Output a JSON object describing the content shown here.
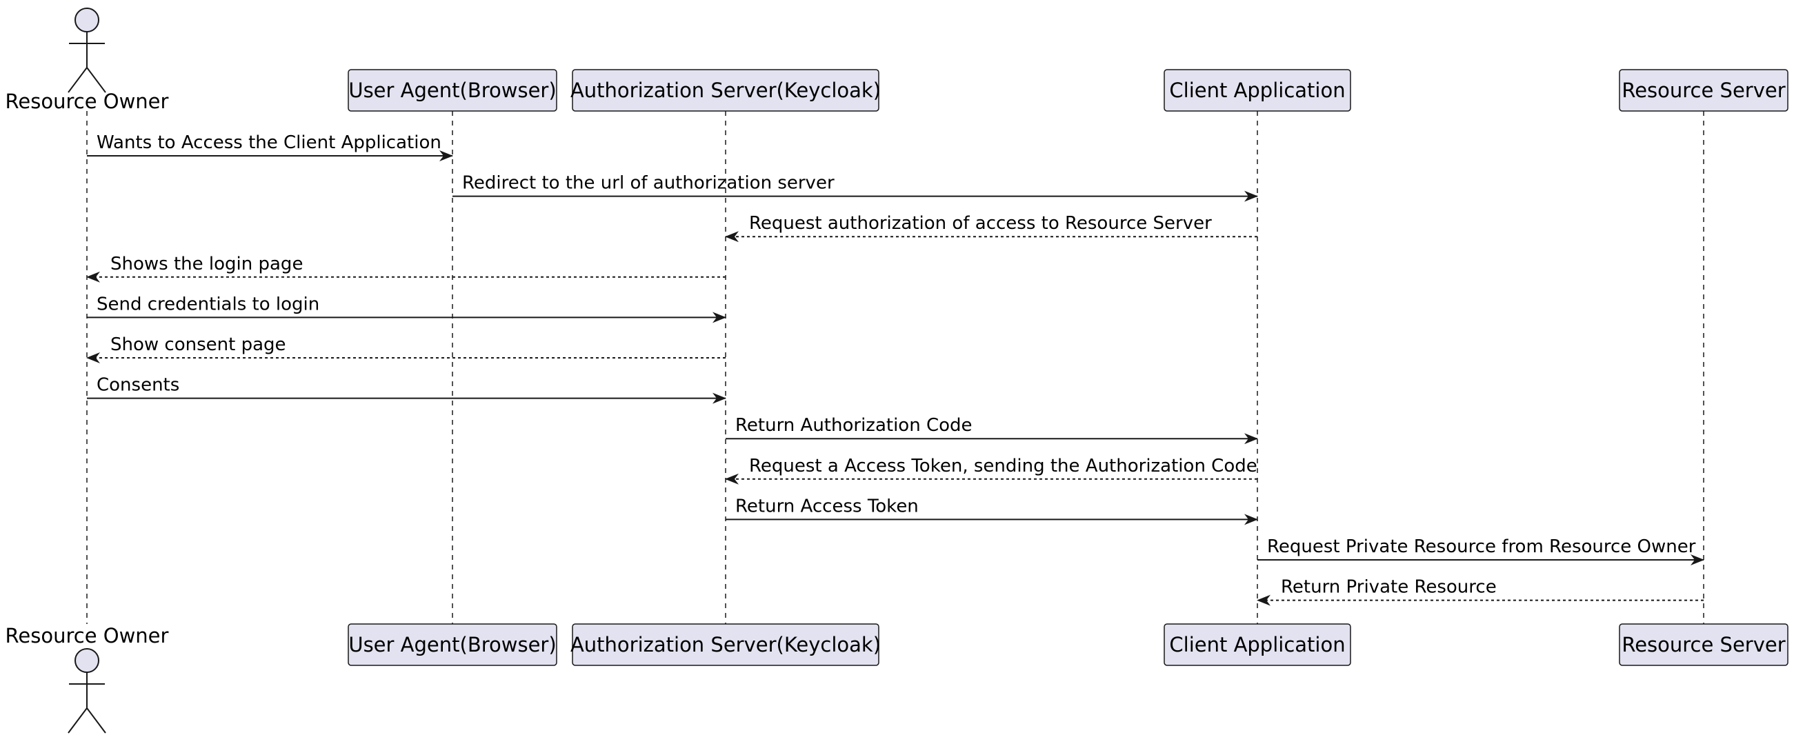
{
  "participants": [
    {
      "id": "resource-owner",
      "label": "Resource Owner",
      "kind": "actor"
    },
    {
      "id": "user-agent",
      "label": "User Agent(Browser)",
      "kind": "box"
    },
    {
      "id": "authorization-server",
      "label": "Authorization Server(Keycloak)",
      "kind": "box"
    },
    {
      "id": "client-application",
      "label": "Client Application",
      "kind": "box"
    },
    {
      "id": "resource-server",
      "label": "Resource Server",
      "kind": "box"
    }
  ],
  "messages": [
    {
      "from": "resource-owner",
      "to": "user-agent",
      "label": "Wants to Access the Client Application",
      "style": "solid"
    },
    {
      "from": "user-agent",
      "to": "client-application",
      "label": "Redirect to the url of authorization server",
      "style": "solid"
    },
    {
      "from": "client-application",
      "to": "authorization-server",
      "label": "Request authorization of access to Resource Server",
      "style": "dashed"
    },
    {
      "from": "authorization-server",
      "to": "resource-owner",
      "label": "Shows the login page",
      "style": "dashed"
    },
    {
      "from": "resource-owner",
      "to": "authorization-server",
      "label": "Send credentials to login",
      "style": "solid"
    },
    {
      "from": "authorization-server",
      "to": "resource-owner",
      "label": "Show consent page",
      "style": "dashed"
    },
    {
      "from": "resource-owner",
      "to": "authorization-server",
      "label": "Consents",
      "style": "solid"
    },
    {
      "from": "authorization-server",
      "to": "client-application",
      "label": "Return Authorization Code",
      "style": "solid"
    },
    {
      "from": "client-application",
      "to": "authorization-server",
      "label": "Request a Access Token, sending the Authorization Code",
      "style": "dashed"
    },
    {
      "from": "authorization-server",
      "to": "client-application",
      "label": "Return Access Token",
      "style": "solid"
    },
    {
      "from": "client-application",
      "to": "resource-server",
      "label": "Request Private Resource from Resource Owner",
      "style": "solid"
    },
    {
      "from": "resource-server",
      "to": "client-application",
      "label": "Return Private Resource",
      "style": "dashed"
    }
  ],
  "colors": {
    "participant_fill": "#e2e2f0",
    "participant_border": "#181818",
    "lifeline": "#181818",
    "arrow": "#181818",
    "text": "#000000",
    "background": "#ffffff"
  }
}
